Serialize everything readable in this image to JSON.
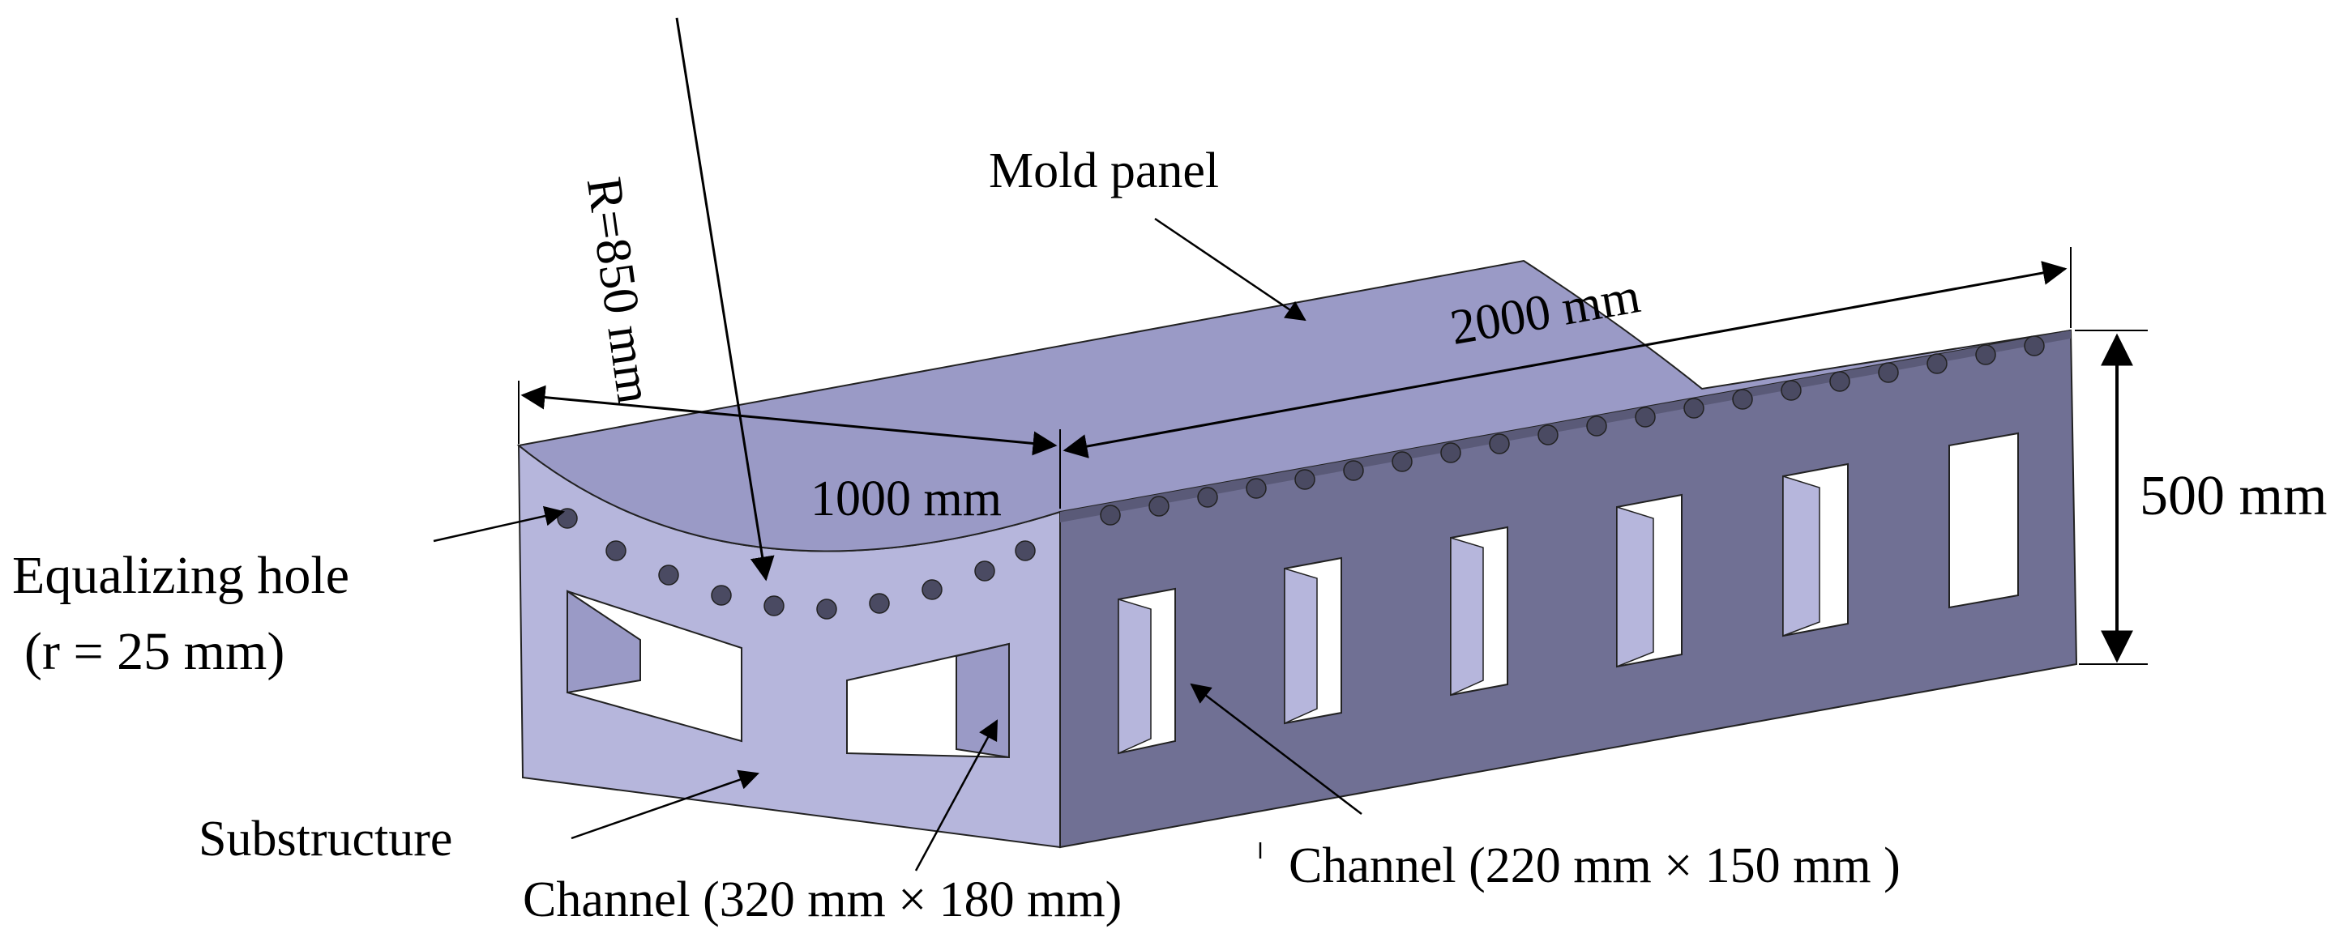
{
  "labels": {
    "mold_panel": "Mold panel",
    "radius": "R=850 mm",
    "length": "2000 mm",
    "width": "1000 mm",
    "height": "500 mm",
    "equalizing_hole_line1": "Equalizing hole",
    "equalizing_hole_line2": "(r = 25 mm)",
    "substructure": "Substructure",
    "channel_large": "Channel (320 mm × 180 mm)",
    "channel_small": "Channel (220 mm × 150 mm )"
  },
  "colors": {
    "side_face": "#b6b6dc",
    "top_face": "#9a9ac6",
    "front_face": "#707094",
    "hole_shade": "#4a4a62",
    "window_fill": "#ffffff",
    "line": "#000000"
  }
}
